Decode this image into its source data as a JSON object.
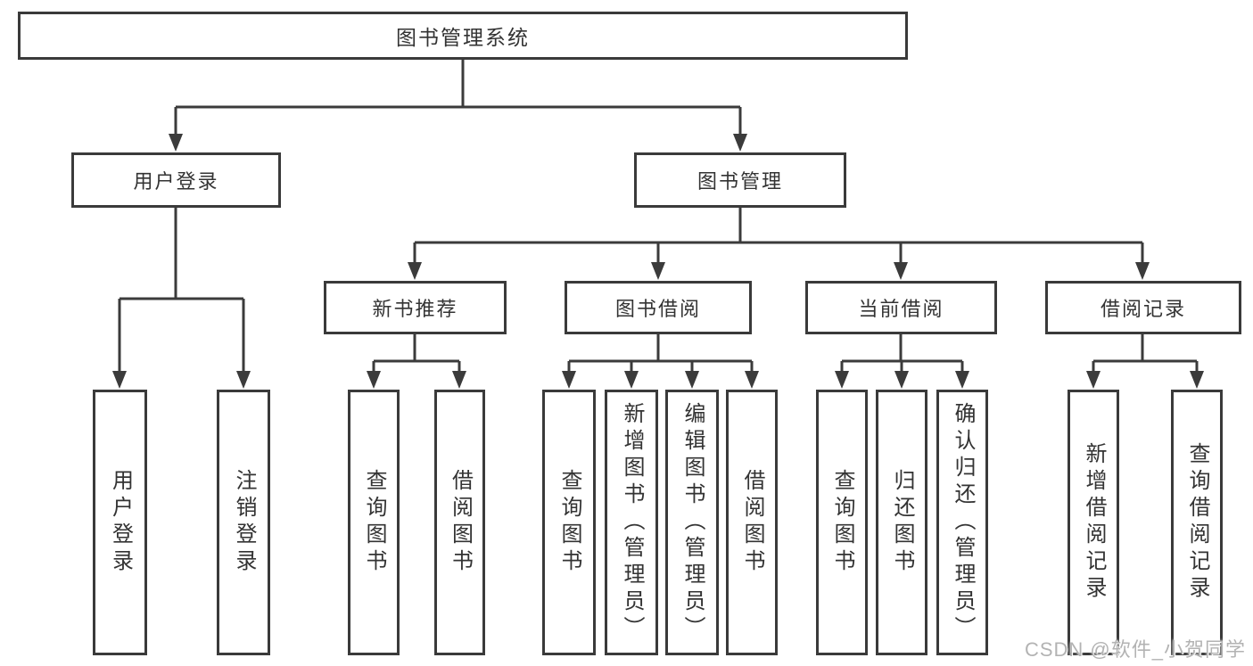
{
  "tree": {
    "label": "图书管理系统",
    "children": [
      {
        "label": "用户登录",
        "children": [
          {
            "label": "用户登录"
          },
          {
            "label": "注销登录"
          }
        ]
      },
      {
        "label": "图书管理",
        "children": [
          {
            "label": "新书推荐",
            "children": [
              {
                "label": "查询图书"
              },
              {
                "label": "借阅图书"
              }
            ]
          },
          {
            "label": "图书借阅",
            "children": [
              {
                "label": "查询图书"
              },
              {
                "label": "新增图书（管理员）"
              },
              {
                "label": "编辑图书（管理员）"
              },
              {
                "label": "借阅图书"
              }
            ]
          },
          {
            "label": "当前借阅",
            "children": [
              {
                "label": "查询图书"
              },
              {
                "label": "归还图书"
              },
              {
                "label": "确认归还（管理员）"
              }
            ]
          },
          {
            "label": "借阅记录",
            "children": [
              {
                "label": "新增借阅记录"
              },
              {
                "label": "查询借阅记录"
              }
            ]
          }
        ]
      }
    ]
  },
  "watermark": "CSDN @软件_小贺同学",
  "colors": {
    "line": "#3b3b3b",
    "text": "#333333",
    "watermark": "#b3b3b3",
    "background": "#ffffff"
  }
}
